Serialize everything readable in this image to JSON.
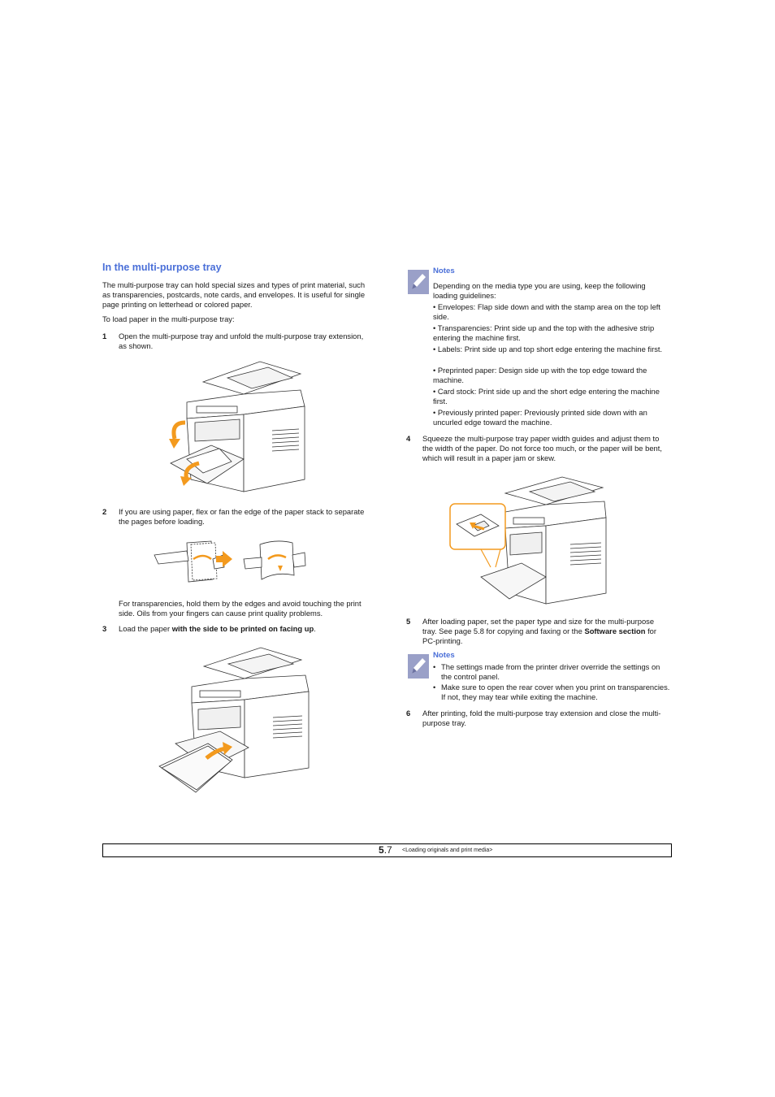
{
  "section_title": "In the multi-purpose tray",
  "intro": "The multi-purpose tray can hold special sizes and types of print material, such as transparencies, postcards, note cards, and envelopes. It is useful for single page printing on letterhead or colored paper.",
  "lead_in": "To load paper in the multi-purpose tray:",
  "steps": [
    {
      "num": "1",
      "text": "Open the multi-purpose tray and unfold the multi-purpose tray extension, as shown."
    },
    {
      "num": "2",
      "text": "If you are using paper, flex or fan the edge of the paper stack to separate the pages before loading."
    },
    {
      "num": "3",
      "text_pre": "Load the paper ",
      "text_bold": "with the side to be printed on facing up",
      "text_post": "."
    },
    {
      "num": "4",
      "text": "Squeeze the multi-purpose tray paper width guides and adjust them to the width of the paper. Do not force too much, or the paper will be bent, which will result in a paper jam or skew."
    },
    {
      "num": "5",
      "text_pre": "After loading paper, set the paper type and size for the multi-purpose tray. See page 5.8 for copying and faxing or the ",
      "text_bold": "Software section",
      "text_post": " for PC-printing."
    },
    {
      "num": "6",
      "text": "After printing, fold the multi-purpose tray extension and close the multi-purpose tray."
    }
  ],
  "transparency_note": "For transparencies, hold them by the edges and avoid touching the print side. Oils from your fingers can cause print quality problems.",
  "notes1": {
    "title": "Notes",
    "intro": "Depending on the media type you are using, keep the following loading guidelines:",
    "items": [
      "• Envelopes: Flap side down and with the stamp area on the top left side.",
      "• Transparencies: Print side up and the top with the adhesive strip entering the machine first.",
      "• Labels: Print side up and top short edge entering the machine first.",
      "• Preprinted paper: Design side up with the top edge toward the machine.",
      "• Card stock: Print side up and the short edge entering the machine first.",
      "• Previously printed paper: Previously printed side down with an uncurled edge toward the machine."
    ]
  },
  "notes2": {
    "title": "Notes",
    "items": [
      "The settings made from the printer driver override the settings on the control panel.",
      "Make sure to open the rear cover when you print on transparencies. If not, they may tear while exiting the machine."
    ]
  },
  "footer": {
    "chapter": "5",
    "page": ".7",
    "text": "<Loading originals and print media>"
  },
  "colors": {
    "accent": "#4a6fd8",
    "arrow": "#f39a1e",
    "icon": "#9aa0c8"
  }
}
